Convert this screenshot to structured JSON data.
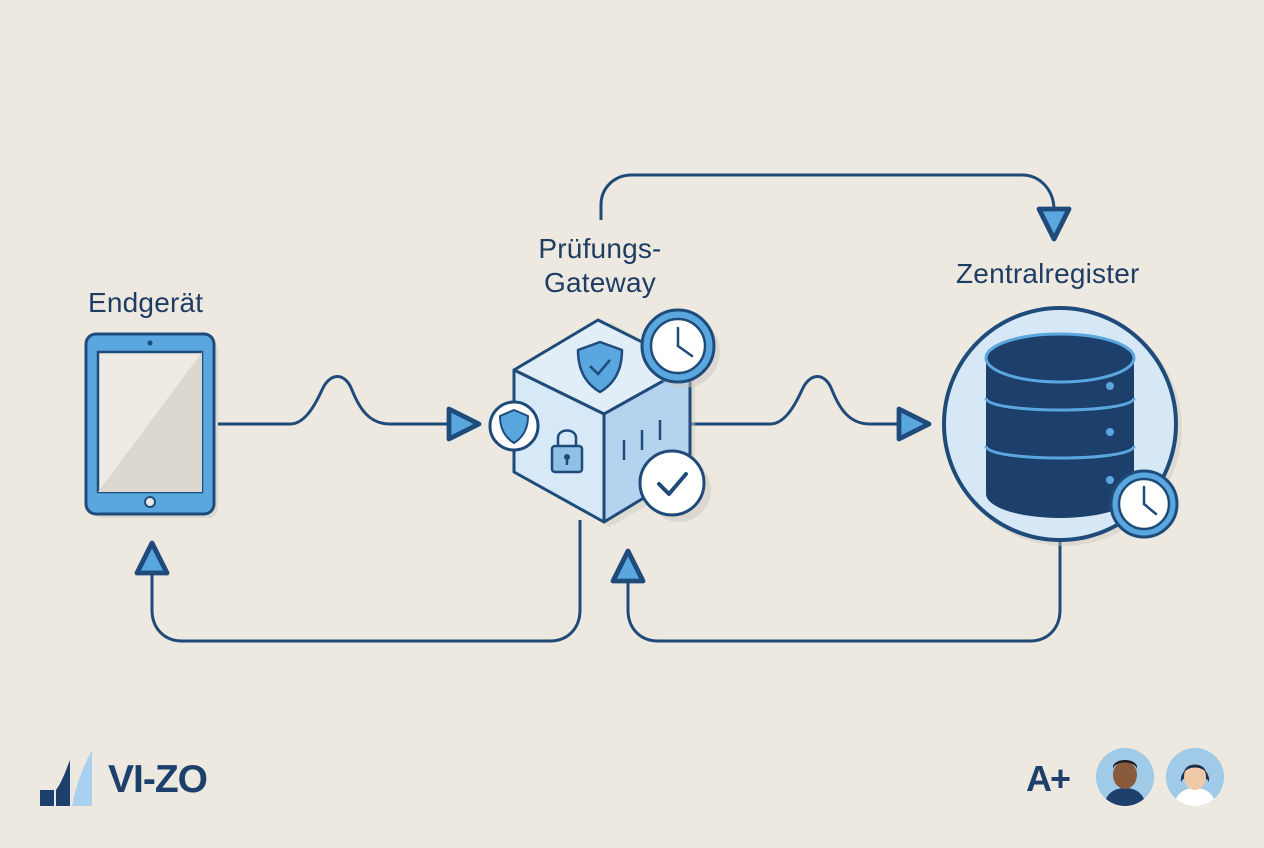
{
  "nodes": {
    "device": {
      "label": "Endgerät"
    },
    "gateway": {
      "label_line1": "Prüfungs-",
      "label_line2": "Gateway"
    },
    "registry": {
      "label": "Zentralregister"
    }
  },
  "footer": {
    "brand_name": "VI-ZO",
    "rating": "A+"
  },
  "icons": {
    "device": "tablet-icon",
    "gateway": "cube-icon",
    "registry": "database-icon",
    "time": "clock-icon",
    "security": "shield-icon",
    "lock": "lock-icon",
    "check": "check-icon"
  },
  "colors": {
    "background": "#ede9e1",
    "line": "#1f4b7a",
    "accent": "#5aa7e0",
    "dark": "#1c3f6b",
    "light": "#d6e8f5"
  }
}
